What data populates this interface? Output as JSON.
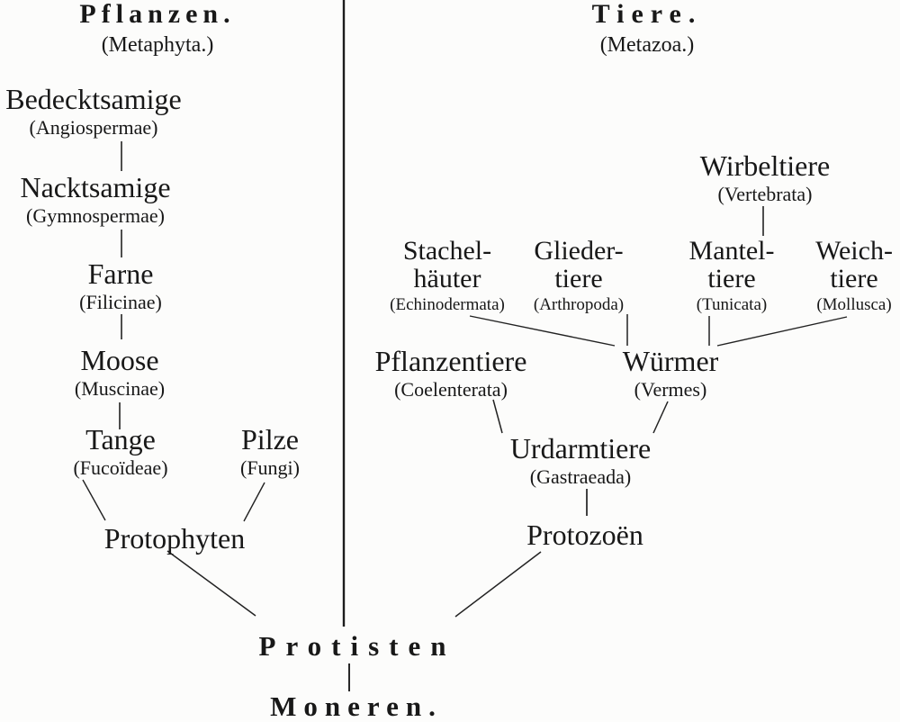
{
  "page": {
    "background": "#fcfcfb",
    "ink_color": "#181818",
    "line_color": "#222222"
  },
  "plants": {
    "title": "Pflanzen.",
    "subtitle": "(Metaphyta.)",
    "nodes": {
      "bedecktsamige": {
        "name": "Bedecktsamige",
        "latin": "(Angiospermae)"
      },
      "nacktsamige": {
        "name": "Nacktsamige",
        "latin": "(Gymnospermae)"
      },
      "farne": {
        "name": "Farne",
        "latin": "(Filicinae)"
      },
      "moose": {
        "name": "Moose",
        "latin": "(Muscinae)"
      },
      "tange": {
        "name": "Tange",
        "latin": "(Fucoïdeae)"
      },
      "pilze": {
        "name": "Pilze",
        "latin": "(Fungi)"
      },
      "protophyten": {
        "name": "Protophyten"
      }
    }
  },
  "animals": {
    "title": "Tiere.",
    "subtitle": "(Metazoa.)",
    "nodes": {
      "wirbeltiere": {
        "name": "Wirbeltiere",
        "latin": "(Vertebrata)"
      },
      "stachelhaeuter": {
        "name": "Stachel-\nhäuter",
        "latin": "(Echinodermata)"
      },
      "gliedertiere": {
        "name": "Glieder-\ntiere",
        "latin": "(Arthropoda)"
      },
      "manteltiere": {
        "name": "Mantel-\ntiere",
        "latin": "(Tunicata)"
      },
      "weichtiere": {
        "name": "Weich-\ntiere",
        "latin": "(Mollusca)"
      },
      "pflanzentiere": {
        "name": "Pflanzentiere",
        "latin": "(Coelenterata)"
      },
      "wuermer": {
        "name": "Würmer",
        "latin": "(Vermes)"
      },
      "urdarmtiere": {
        "name": "Urdarmtiere",
        "latin": "(Gastraeada)"
      },
      "protozoen": {
        "name": "Protozoën"
      }
    }
  },
  "roots": {
    "protisten": {
      "name": "Protisten"
    },
    "moneren": {
      "name": "Moneren."
    }
  }
}
